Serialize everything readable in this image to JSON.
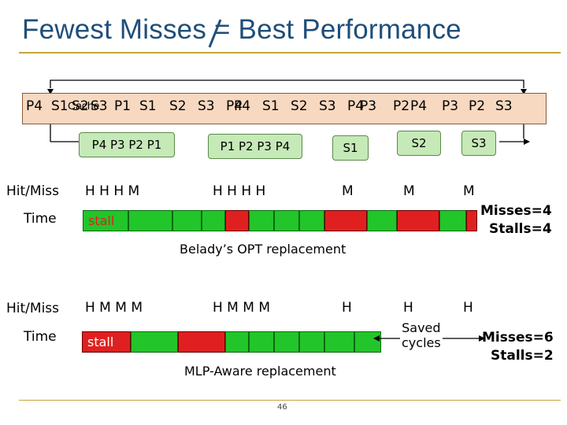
{
  "title": "Fewest Misses = Best Performance",
  "cache_label": "Cache",
  "sequence": [
    "P4",
    "S1",
    "S2",
    "S3",
    "P1",
    "S1",
    "S2",
    "S3",
    "P4",
    "P4",
    "S1",
    "S2",
    "S3",
    "P4",
    "P3",
    "P2",
    "P4",
    "P3",
    "P2",
    "S3"
  ],
  "caches": [
    "P4 P3 P2 P1",
    "P1 P2 P3 P4",
    "S1",
    "S2",
    "S3"
  ],
  "row_labels": {
    "hitmiss": "Hit/Miss",
    "time": "Time"
  },
  "belady": {
    "hitmiss": [
      "H H H M",
      "H H H H",
      "M",
      "M",
      "M"
    ],
    "stall_label": "stall",
    "result": [
      "Misses=4",
      "Stalls=4"
    ],
    "caption": "Belady’s OPT replacement"
  },
  "mlp": {
    "hitmiss": [
      "H M M M",
      "H M M M",
      "H",
      "H",
      "H"
    ],
    "stall_label": "stall",
    "saved": [
      "Saved",
      "cycles"
    ],
    "result": [
      "Misses=6",
      "Stalls=2"
    ],
    "caption": "MLP-Aware replacement"
  },
  "page_number": "46",
  "colors": {
    "title": "#1f4e79",
    "hit": "#22c52a",
    "stall": "#e02020",
    "access": "#f7d8c0",
    "cache": "#c6e9b8",
    "rule": "#c4a63c"
  }
}
